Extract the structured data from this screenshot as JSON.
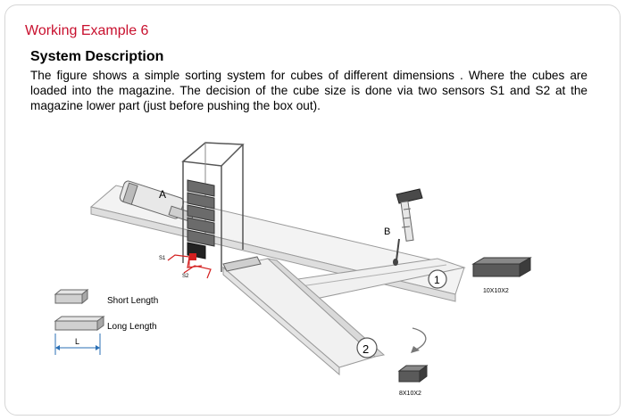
{
  "title": "Working Example 6",
  "section_heading": "System Description",
  "description": "The figure shows a simple sorting system for cubes of different dimensions . Where the cubes are loaded into the magazine. The decision of the cube size is done via two sensors S1 and S2 at the magazine lower part (just before pushing the box out).",
  "figure": {
    "cylinder_a_label": "A",
    "cylinder_b_label": "B",
    "sensor_s1_label": "S1",
    "sensor_s2_label": "S2",
    "position_1_label": "1",
    "position_2_label": "2",
    "large_cube_label": "10X10X2",
    "small_cube_label": "8X10X2",
    "legend": {
      "short_label": "Short Length",
      "long_label": "Long Length",
      "dimension_label": "L"
    }
  },
  "colors": {
    "title": "#c8102e",
    "cube_dark": "#555555",
    "magazine_red": "#d42020"
  }
}
